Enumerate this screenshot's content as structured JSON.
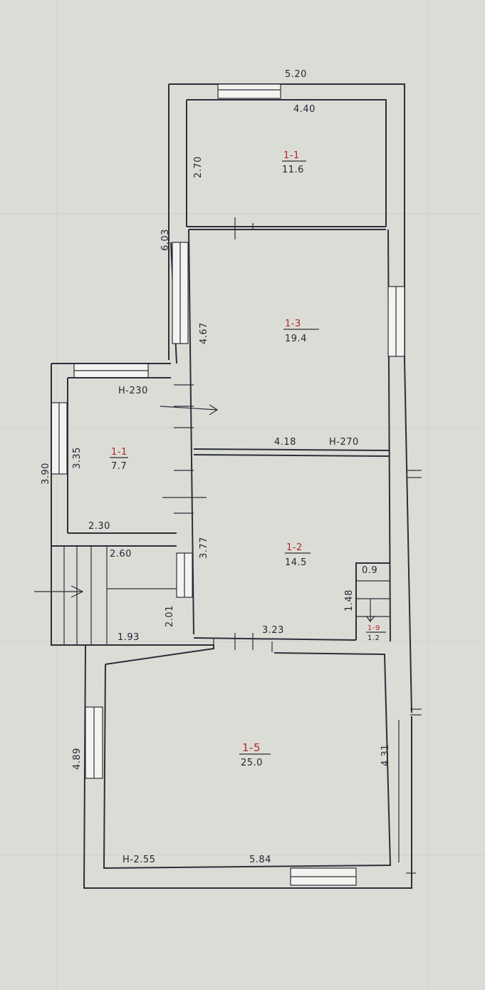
{
  "colors": {
    "paper": "#dcdcd6",
    "ink": "#1f2633",
    "red_ink": "#b0262a"
  },
  "dimensions": {
    "top_outer": "5.20",
    "top_inner": "4.40",
    "room_1_1_height": "2.70",
    "left_wall_upper": "6.03",
    "room_1_3_height": "4.67",
    "wing_ceiling": "Н-230",
    "wing_height_outer": "3.90",
    "wing_height_inner": "3.35",
    "wing_width": "2.30",
    "stair_width": "2.60",
    "partition_width": "4.18",
    "main_ceiling": "Н-270",
    "room_1_2_height": "3.77",
    "small_height": "2.01",
    "porch_width": "1.93",
    "bottom_partition": "3.23",
    "tiny_width": "0.9",
    "tiny_height": "1.48",
    "lower_left": "4.89",
    "lower_right": "4.31",
    "lower_ceiling": "Н-2.55",
    "lower_width": "5.84"
  },
  "rooms": [
    {
      "id": "1-1",
      "area": "11.6"
    },
    {
      "id": "1-3",
      "area": "19.4"
    },
    {
      "id": "1-1",
      "area": "7.7"
    },
    {
      "id": "1-2",
      "area": "14.5"
    },
    {
      "id": "1-9",
      "area": "1.2"
    },
    {
      "id": "1-5",
      "area": "25.0"
    }
  ]
}
